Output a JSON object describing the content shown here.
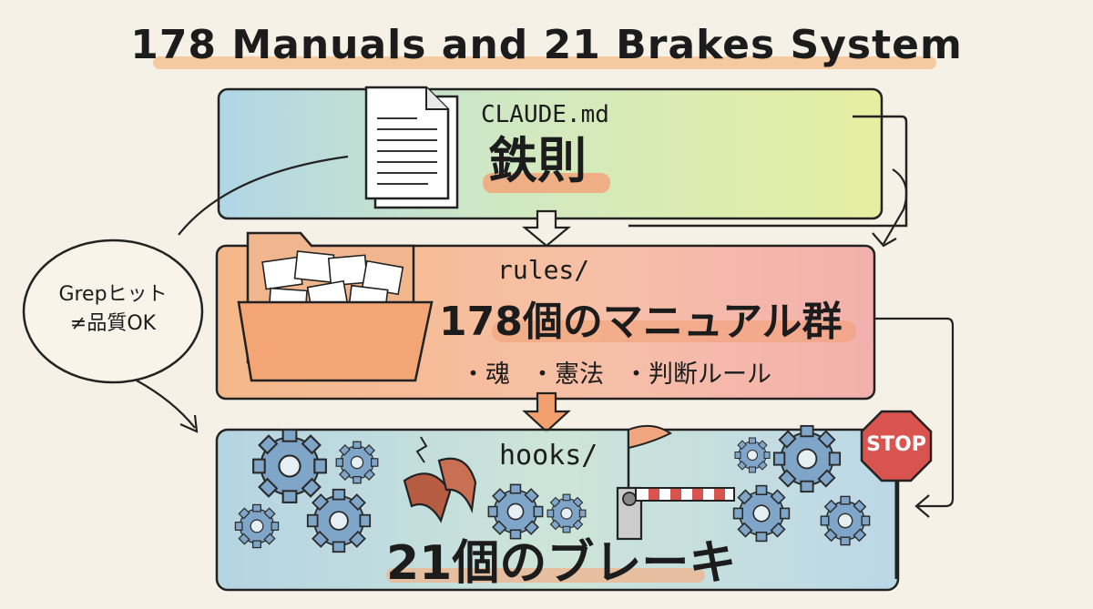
{
  "title": "178 Manuals and 21 Brakes System",
  "tiers": [
    {
      "file": "CLAUDE.md",
      "label": "鉄則"
    },
    {
      "file": "rules/",
      "label": "178個のマニュアル群",
      "bullets": [
        "・魂",
        "・憲法",
        "・判断ルール"
      ]
    },
    {
      "file": "hooks/",
      "label": "21個のブレーキ"
    }
  ],
  "side_note": {
    "line1": "Grepヒット",
    "line2": "≠品質OK"
  },
  "stop_sign": "STOP",
  "icons": [
    "document-icon",
    "folder-icon",
    "gear-icon",
    "brake-pad-icon",
    "flag-icon",
    "barrier-gate-icon",
    "stop-sign-icon"
  ],
  "colors": {
    "tier1": "#c4e6a8",
    "tier2": "#f5ab8f",
    "tier3": "#b8d8e8",
    "ink": "#1c1c1c",
    "stop": "#d9534f"
  }
}
